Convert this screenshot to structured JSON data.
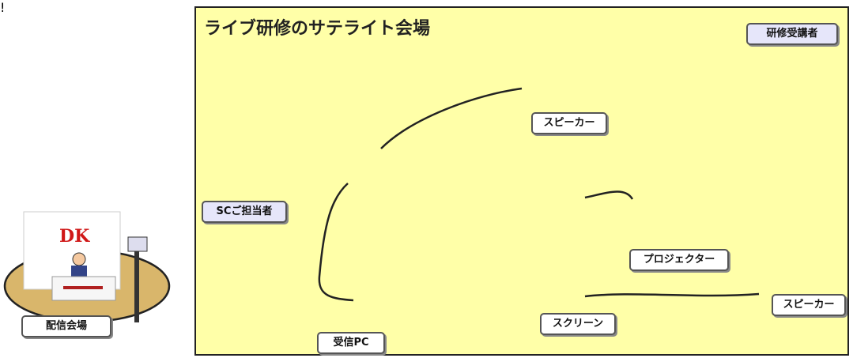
{
  "venue_title": "ライブ研修のサテライト会場",
  "labels": {
    "trainees": "研修受講者",
    "speaker_top": "スピーカー",
    "speaker_right": "スピーカー",
    "projector": "プロジェクター",
    "screen": "スクリーン",
    "receiver_pc": "受信PC",
    "sc_staff": "SCご担当者",
    "broadcast_venue": "配信会場"
  },
  "broadcast_logo": "DK",
  "colors": {
    "venue_bg": "#ffffa8",
    "screen": "#464646",
    "screen_bar": "#111111",
    "label_purple": "#e6e6fa",
    "arrow": "#e82020",
    "broadcast_floor": "#d9b66b"
  }
}
